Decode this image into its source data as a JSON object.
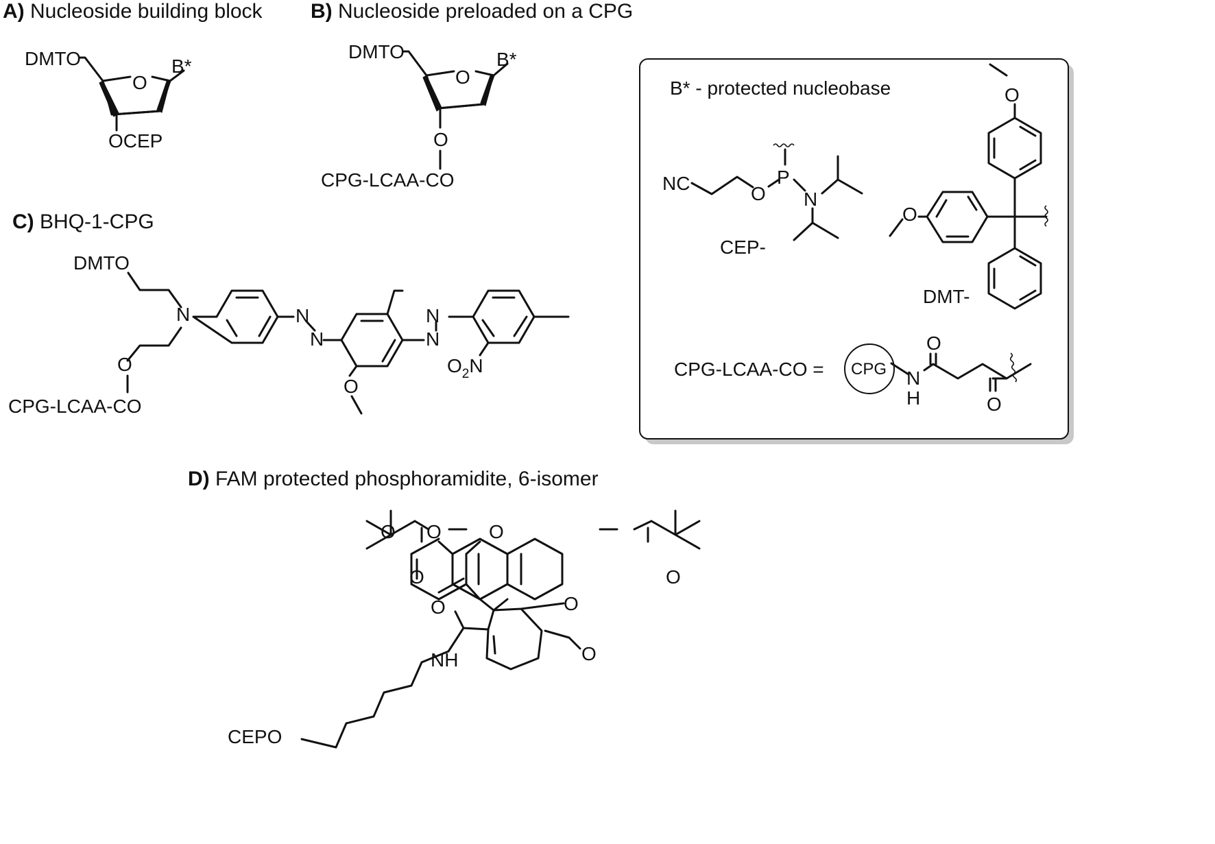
{
  "panels": {
    "a": {
      "letter": "A)",
      "title": "Nucleoside building block"
    },
    "b": {
      "letter": "B)",
      "title": "Nucleoside preloaded on a CPG"
    },
    "c": {
      "letter": "C)",
      "title": "BHQ-1-CPG"
    },
    "d": {
      "letter": "D)",
      "title": "FAM protected phosphoramidite, 6-isomer"
    }
  },
  "atoms": {
    "dmto": "DMTO",
    "ring_o": "O",
    "base": "B*",
    "ocep": "OCEP",
    "ester_o": "O",
    "cpg_lcaa_co": "CPG-LCAA-CO",
    "n": "N",
    "o2n": "O2N",
    "methoxy_o": "O",
    "nh": "NH",
    "carbonyl_o": "O",
    "cepo": "CEPO"
  },
  "legend": {
    "protected_nucleobase": "B* - protected nucleobase",
    "cep_label": "CEP-",
    "dmt_label": "DMT-",
    "nc": "NC",
    "p": "P",
    "o": "O",
    "n": "N",
    "h": "H",
    "cpg_def": "CPG-LCAA-CO =",
    "cpg_bead": "CPG"
  }
}
